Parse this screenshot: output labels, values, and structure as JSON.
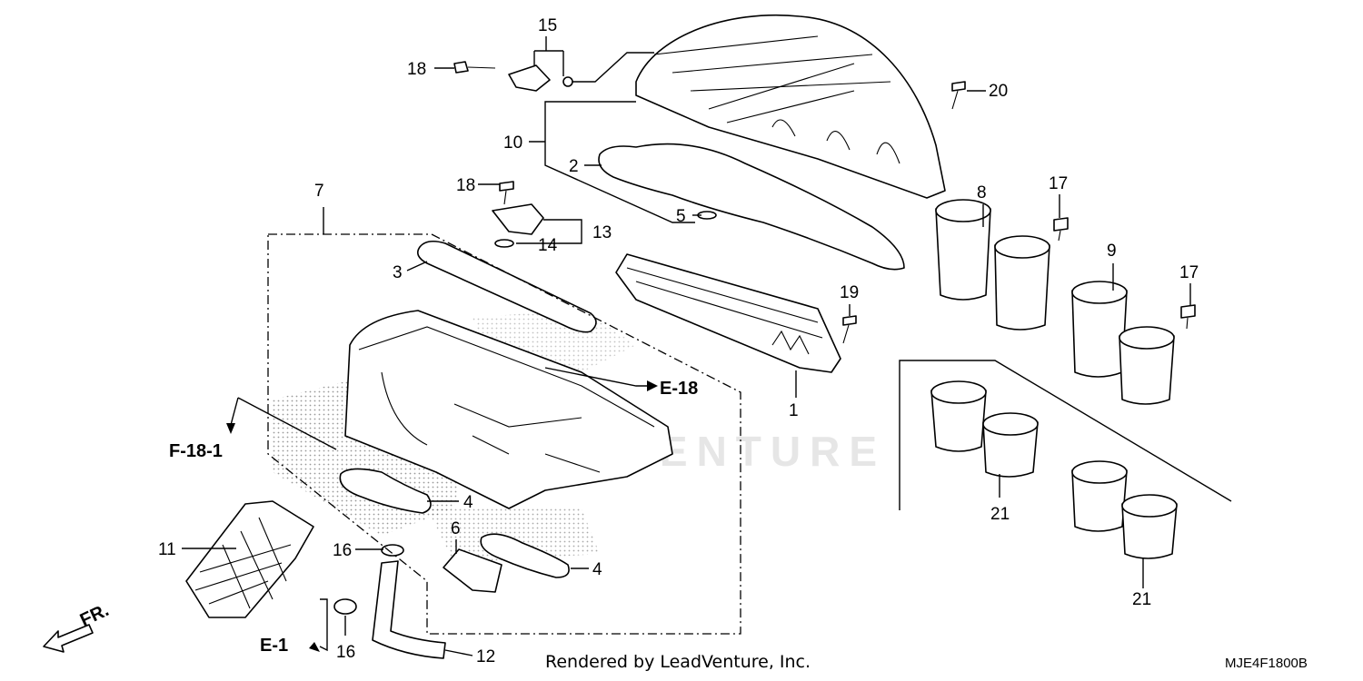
{
  "diagram": {
    "watermark": "LEADVENTURE",
    "credit": "Rendered by LeadVenture, Inc.",
    "code": "MJE4F1800B",
    "front_marker": "FR.",
    "refs": {
      "e18": "E-18",
      "f181": "F-18-1",
      "e1": "E-1"
    },
    "callouts": {
      "c1": "1",
      "c2": "2",
      "c3": "3",
      "c4a": "4",
      "c4b": "4",
      "c5": "5",
      "c6": "6",
      "c7": "7",
      "c8": "8",
      "c9": "9",
      "c10": "10",
      "c11": "11",
      "c12": "12",
      "c13": "13",
      "c14": "14",
      "c15": "15",
      "c16a": "16",
      "c16b": "16",
      "c17a": "17",
      "c17b": "17",
      "c18a": "18",
      "c18b": "18",
      "c19": "19",
      "c20": "20",
      "c21a": "21",
      "c21b": "21"
    }
  }
}
